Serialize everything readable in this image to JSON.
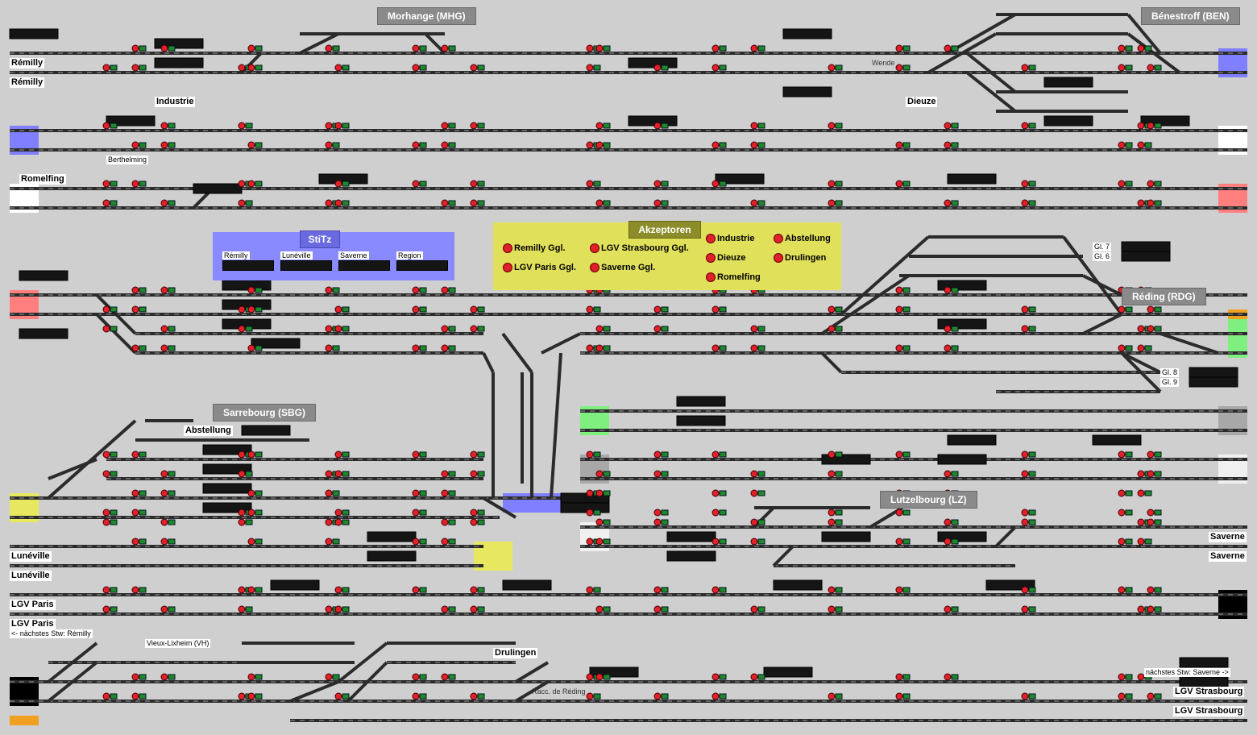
{
  "window": {
    "title": ""
  },
  "stations": [
    {
      "id": "mhg",
      "label": "Morhange (MHG)"
    },
    {
      "id": "ben",
      "label": "Bénestroff (BEN)"
    },
    {
      "id": "rdg",
      "label": "Réding (RDG)"
    },
    {
      "id": "sbg",
      "label": "Sarrebourg (SBG)"
    },
    {
      "id": "lz",
      "label": "Lutzelbourg (LZ)"
    }
  ],
  "edge_labels": {
    "remilly_1": "Rémilly",
    "remilly_2": "Rémilly",
    "industrie_1": "Industrie",
    "dieuze_1": "Dieuze",
    "romelfing": "Romelfing",
    "berthelming": "Berthelming",
    "abstellung_1": "Abstellung",
    "luneville_1": "Lunéville",
    "luneville_2": "Lunéville",
    "lgv_paris_1": "LGV Paris",
    "lgv_paris_2": "LGV Paris",
    "next_remilly": "<- nächstes Stw: Rémilly",
    "vieux_lixheim": "Vieux-Lixheim (VH)",
    "drulingen_1": "Drulingen",
    "racc_reding": "Racc. de Réding",
    "saverne_1": "Saverne",
    "saverne_2": "Saverne",
    "next_saverne": "nächstes Stw: Saverne ->",
    "lgv_strasbourg_1": "LGV Strasbourg",
    "lgv_strasbourg_2": "LGV Strasbourg",
    "wende": "Wende",
    "gl7": "Gl. 7",
    "gl6": "Gl. 6",
    "gl8": "Gl. 8",
    "gl9": "Gl. 9"
  },
  "stitz": {
    "title": "StiTz",
    "items": [
      {
        "label": "Rémilly"
      },
      {
        "label": "Lunéville"
      },
      {
        "label": "Saverne"
      },
      {
        "label": "Region"
      }
    ]
  },
  "akzeptoren": {
    "title": "Akzeptoren",
    "items": [
      {
        "label": "Remilly Ggl."
      },
      {
        "label": "LGV Strasbourg Ggl."
      },
      {
        "label": "LGV Paris Ggl."
      },
      {
        "label": "Saverne Ggl."
      },
      {
        "label": "Industrie"
      },
      {
        "label": "Dieuze"
      },
      {
        "label": "Romelfing"
      },
      {
        "label": "Abstellung"
      },
      {
        "label": "Drulingen"
      }
    ]
  },
  "colors": {
    "background": "#cfcfcf",
    "track": "#2b2b2b",
    "signal_red": "#e0202a",
    "signal_green": "#1f8a2a",
    "display": "#151515",
    "stitz_panel": "#8a8aff",
    "akzeptoren_panel": "#e0e05a",
    "akzeptoren_header": "#8c8c2a",
    "stitz_header": "#6a6ae0",
    "blue_block": "#7f7fff",
    "red_block": "#ff7f7f",
    "green_block": "#7fef7f",
    "yellow_block": "#e8e860",
    "orange_block": "#f0a020"
  }
}
